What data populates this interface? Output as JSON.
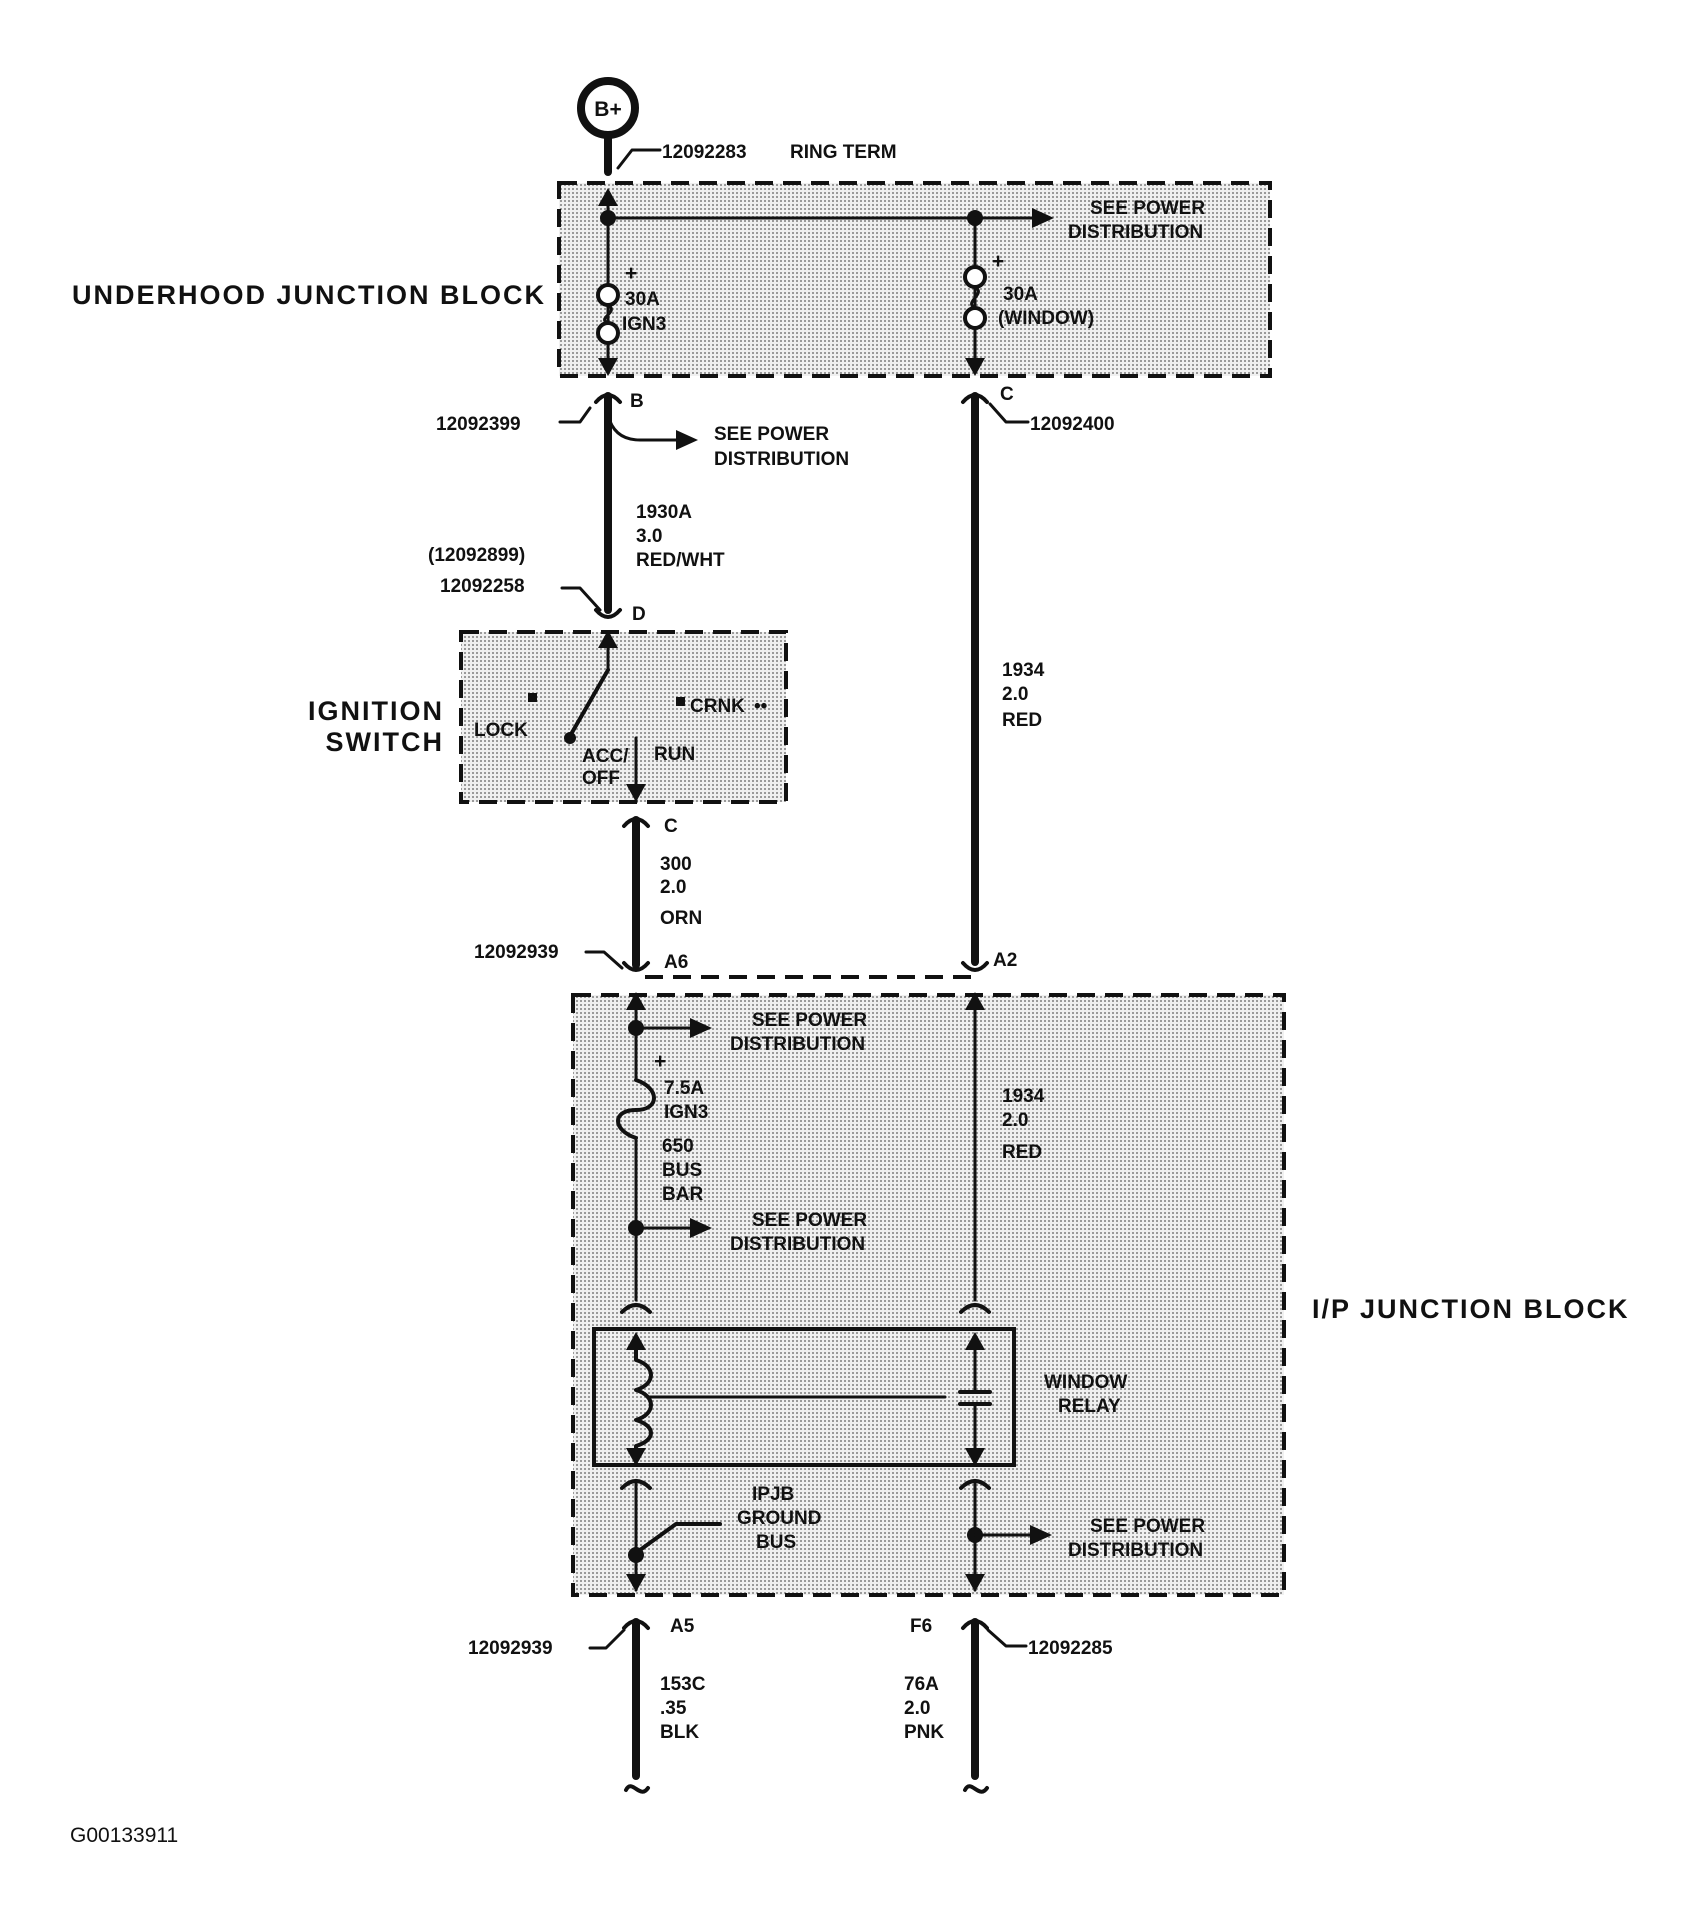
{
  "battery": {
    "label": "B+"
  },
  "underhood": {
    "title": "UNDERHOOD JUNCTION BLOCK",
    "ring_term_part": "12092283",
    "ring_term_label": "RING TERM",
    "power_dist_line1": "SEE POWER",
    "power_dist_line2": "DISTRIBUTION",
    "fuse_ign_rating": "30A",
    "fuse_ign_name": "IGN3",
    "fuse_win_rating": "30A",
    "fuse_win_name": "(WINDOW)"
  },
  "connectors": {
    "b_part": "12092399",
    "b_pin": "B",
    "c_part": "12092400",
    "c_pin": "C",
    "d_part_alt": "(12092899)",
    "d_part": "12092258",
    "d_pin": "D",
    "sw_c_pin": "C",
    "a6_part": "12092939",
    "a6_pin": "A6",
    "a2_pin": "A2",
    "a5_part": "12092939",
    "a5_pin": "A5",
    "f6_pin": "F6",
    "f6_part": "12092285"
  },
  "branch_b": {
    "line1": "SEE POWER",
    "line2": "DISTRIBUTION"
  },
  "wires": {
    "w1930a": {
      "circuit": "1930A",
      "gauge": "3.0",
      "color": "RED/WHT"
    },
    "w1934": {
      "circuit": "1934",
      "gauge": "2.0",
      "color": "RED"
    },
    "w300": {
      "circuit": "300",
      "gauge": "2.0",
      "color": "ORN"
    },
    "w1934_ip": {
      "circuit": "1934",
      "gauge": "2.0",
      "color": "RED"
    },
    "w153c": {
      "circuit": "153C",
      "gauge": ".35",
      "color": "BLK"
    },
    "w76a": {
      "circuit": "76A",
      "gauge": "2.0",
      "color": "PNK"
    }
  },
  "ignition": {
    "title_line1": "IGNITION",
    "title_line2": "SWITCH",
    "lock": "LOCK",
    "crnk": "CRNK",
    "acc": "ACC/",
    "off": "OFF",
    "run": "RUN"
  },
  "ip_block": {
    "title": "I/P JUNCTION BLOCK",
    "pd1_line1": "SEE POWER",
    "pd1_line2": "DISTRIBUTION",
    "fuse_rating": "7.5A",
    "fuse_name": "IGN3",
    "bus_num": "650",
    "bus_word1": "BUS",
    "bus_word2": "BAR",
    "pd2_line1": "SEE POWER",
    "pd2_line2": "DISTRIBUTION",
    "relay_line1": "WINDOW",
    "relay_line2": "RELAY",
    "ground_line1": "IPJB",
    "ground_line2": "GROUND",
    "ground_line3": "BUS",
    "pd3_line1": "SEE POWER",
    "pd3_line2": "DISTRIBUTION"
  },
  "figure_id": "G00133911"
}
